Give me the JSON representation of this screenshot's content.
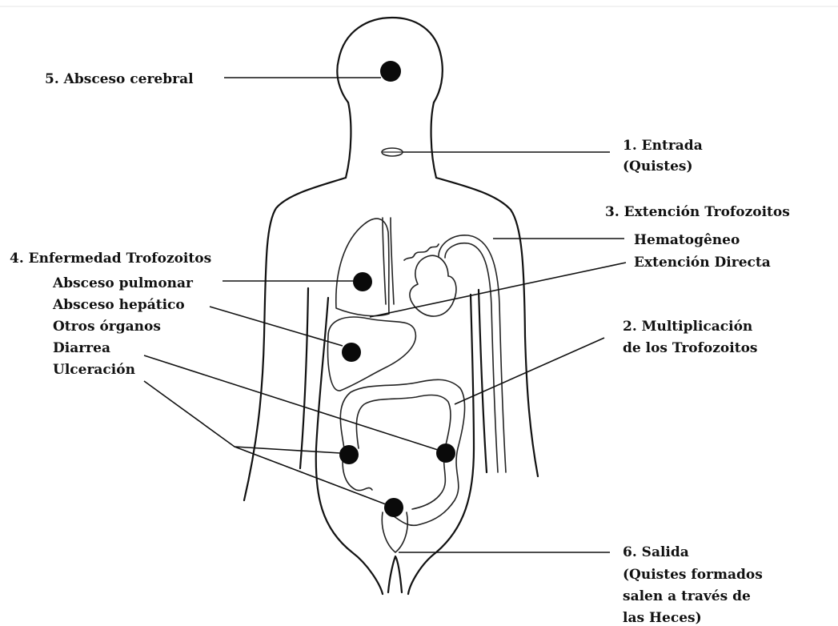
{
  "labels": {
    "l5": "5. Absceso cerebral",
    "l1a": "1. Entrada",
    "l1b": "(Quistes)",
    "l3": "3. Extención Trofozoitos",
    "l3a": "Hematogêneo",
    "l3b": "Extención Directa",
    "l4": "4. Enfermedad Trofozoitos",
    "l4a": "Absceso pulmonar",
    "l4b": "Absceso hepático",
    "l4c": "Otros órganos",
    "l4d": "Diarrea",
    "l4e": "Ulceración",
    "l2a": "2. Multiplicación",
    "l2b": "de los Trofozoitos",
    "l6a": "6. Salida",
    "l6b": "(Quistes formados",
    "l6c": "salen a través de",
    "l6d": "las Heces)"
  }
}
